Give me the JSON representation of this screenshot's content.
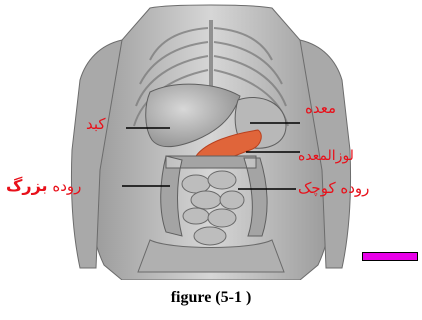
{
  "labels": {
    "stomach": "معده",
    "pancreas": "لوزالمعده",
    "liver": "کبد",
    "small_intestine": "روده کوچک",
    "large_intestine_a": "روده ",
    "large_intestine_b": "بزرگ"
  },
  "caption": "figure (5-1 )",
  "colors": {
    "label": "#e8101a",
    "marker": "#e800e8"
  }
}
